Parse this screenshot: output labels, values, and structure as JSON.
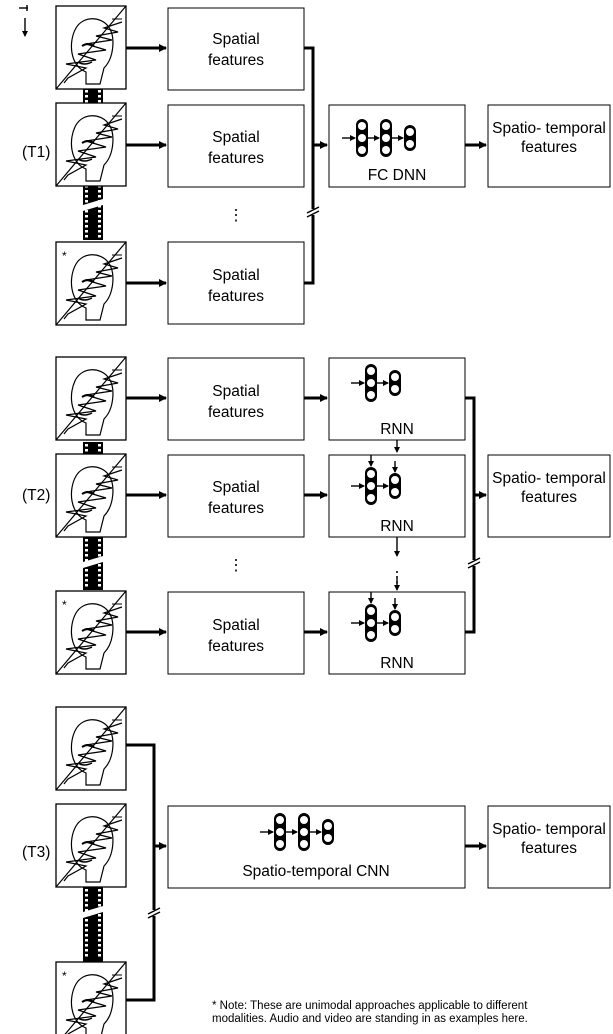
{
  "time_axis_label": "t",
  "sections": [
    {
      "label": "(T1)",
      "spatial_label": "Spatial features",
      "network_label": "FC DNN",
      "output_label": "Spatio- temporal features"
    },
    {
      "label": "(T2)",
      "spatial_label": "Spatial features",
      "network_label": "RNN",
      "output_label": "Spatio- temporal features"
    },
    {
      "label": "(T3)",
      "network_label": "Spatio-temporal CNN",
      "output_label": "Spatio- temporal features"
    }
  ],
  "ellipsis": "⋮",
  "asterisk": "*",
  "note_line1": "* Note: These are unimodal approaches applicable to different",
  "note_line2": "modalities. Audio and video are standing in as examples here."
}
